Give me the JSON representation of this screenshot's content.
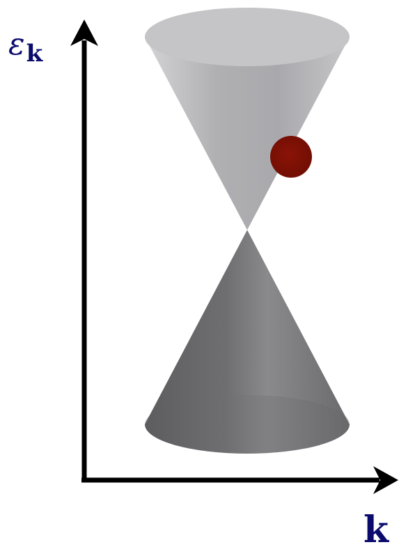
{
  "axes": {
    "y_symbol": "ε",
    "y_subscript": "k",
    "x_label": "k"
  },
  "colors": {
    "axis": "#000000",
    "label": "#0b0b6e",
    "upper_cone": "#b9b9bc",
    "upper_cone_top": "#c4c4c6",
    "lower_cone": "#6b6b6e",
    "particle": "#7a0f05"
  },
  "elements": {
    "upper_cone": "upper-dirac-cone",
    "lower_cone": "lower-dirac-cone",
    "particle": "electron-particle"
  }
}
